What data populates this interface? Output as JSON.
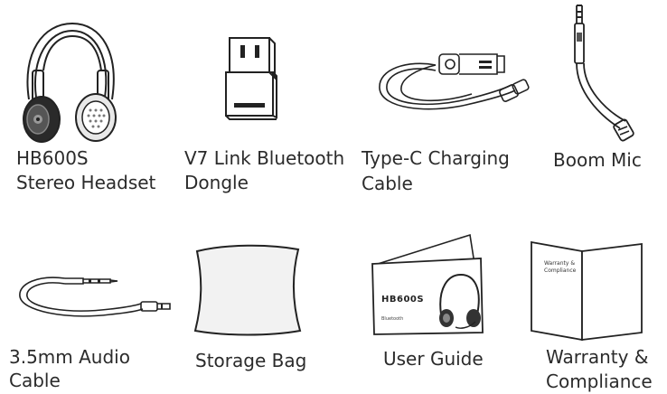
{
  "items": [
    {
      "label_line1": "HB600S",
      "label_line2": "Stereo Headset",
      "icon": "headset-icon"
    },
    {
      "label_line1": "V7 Link Bluetooth",
      "label_line2": "Dongle",
      "icon": "usb-dongle-icon"
    },
    {
      "label_line1": "Type-C Charging",
      "label_line2": "Cable",
      "icon": "usb-c-cable-icon"
    },
    {
      "label_line1": "Boom Mic",
      "label_line2": "",
      "icon": "boom-mic-icon"
    },
    {
      "label_line1": "3.5mm Audio",
      "label_line2": "Cable",
      "icon": "audio-cable-icon"
    },
    {
      "label_line1": "Storage Bag",
      "label_line2": "",
      "icon": "storage-bag-icon"
    },
    {
      "label_line1": "User Guide",
      "label_line2": "",
      "icon": "user-guide-icon"
    },
    {
      "label_line1": "Warranty &",
      "label_line2": "Compliance",
      "icon": "warranty-booklet-icon"
    }
  ],
  "user_guide_cover": {
    "title": "HB600S",
    "bluetooth": "Bluetooth"
  },
  "warranty_cover": {
    "line1": "Warranty &",
    "line2": "Compliance"
  }
}
